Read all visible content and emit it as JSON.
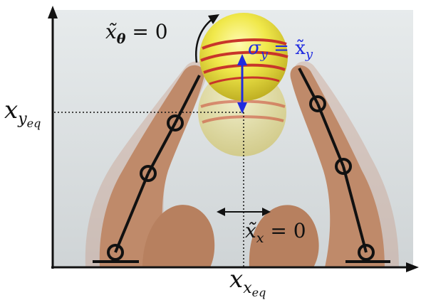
{
  "labels": {
    "x_theta": "x̃θ = 0",
    "sigma_y": "σy = x̃y",
    "x_x": "x̃x = 0",
    "y_axis": "xyeq",
    "x_axis": "xxeq"
  },
  "math": {
    "x_theta": {
      "base": "x̃",
      "sub": "θ",
      "rest": " = 0"
    },
    "sigma_y": {
      "base": "σ",
      "sub": "y",
      "rest": " = x̃",
      "sub2": "y"
    },
    "x_x": {
      "base": "x̃",
      "sub": "x",
      "rest": " = 0"
    },
    "y_axis": {
      "base": "x",
      "sub": "y",
      "subsub": "eq"
    },
    "x_axis": {
      "base": "x",
      "sub": "x",
      "subsub": "eq"
    }
  },
  "colors": {
    "annotation_blue": "#1f2be0",
    "ball_yellow": "#e8e23a",
    "ball_stripe": "#c8352a",
    "link_black": "#111111",
    "skin": "#c08a68",
    "background": "#dfe3e5"
  }
}
